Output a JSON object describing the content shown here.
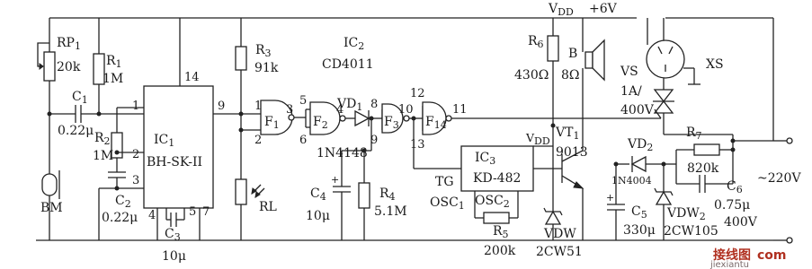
{
  "power": {
    "vdd": "V",
    "vdd_sub": "DD",
    "supply": "+6V",
    "mains": "~220V"
  },
  "ic1": {
    "ref": "IC",
    "ref_sub": "1",
    "part": "BH-SK-II",
    "pins": [
      "1",
      "2",
      "3",
      "4",
      "5",
      "7",
      "9",
      "14"
    ]
  },
  "ic2": {
    "ref": "IC",
    "ref_sub": "2",
    "part": "CD4011",
    "gates": [
      {
        "ref": "F",
        "sub": "1"
      },
      {
        "ref": "F",
        "sub": "2"
      },
      {
        "ref": "F",
        "sub": "3"
      },
      {
        "ref": "F",
        "sub": "14"
      }
    ],
    "pins": [
      "1",
      "2",
      "3",
      "5",
      "6",
      "4",
      "8",
      "9",
      "10",
      "12",
      "13",
      "11"
    ]
  },
  "ic3": {
    "ref": "IC",
    "ref_sub": "3",
    "part": "KD-482",
    "vdd_pin": "V",
    "vdd_pin_sub": "DD",
    "tg": "TG",
    "osc1": "OSC",
    "osc1_sub": "1",
    "osc2": "OSC",
    "osc2_sub": "2"
  },
  "parts": {
    "rp1": {
      "ref": "RP",
      "sub": "1",
      "value": "20k"
    },
    "r1": {
      "ref": "R",
      "sub": "1",
      "value": "1M"
    },
    "r2": {
      "ref": "R",
      "sub": "2",
      "value": "1M"
    },
    "c1": {
      "ref": "C",
      "sub": "1",
      "value": "0.22μ"
    },
    "c2": {
      "ref": "C",
      "sub": "2",
      "value": "0.22μ"
    },
    "c3": {
      "ref": "C",
      "sub": "3",
      "value": "10μ"
    },
    "r3": {
      "ref": "R",
      "sub": "3",
      "value": "91k"
    },
    "vd1": {
      "ref": "VD",
      "sub": "1",
      "value": "1N4148"
    },
    "c4": {
      "ref": "C",
      "sub": "4",
      "value": "10μ"
    },
    "r4": {
      "ref": "R",
      "sub": "4",
      "value": "5.1M"
    },
    "rl": {
      "ref": "RL"
    },
    "bm": {
      "ref": "BM"
    },
    "r5": {
      "ref": "R",
      "sub": "5",
      "value": "200k"
    },
    "r6": {
      "ref": "R",
      "sub": "6",
      "value": "430Ω"
    },
    "b": {
      "ref": "B",
      "value": "8Ω"
    },
    "vt1": {
      "ref": "VT",
      "sub": "1",
      "value": "9013"
    },
    "vdw": {
      "ref": "VDW",
      "value": "2CW51"
    },
    "vs": {
      "ref": "VS",
      "value1": "1A/",
      "value2": "400V"
    },
    "xs": {
      "ref": "XS"
    },
    "vd2": {
      "ref": "VD",
      "sub": "2",
      "value": "1N4004"
    },
    "r7": {
      "ref": "R",
      "sub": "7",
      "value": "820k"
    },
    "c5": {
      "ref": "C",
      "sub": "5",
      "value": "330μ"
    },
    "vdw2": {
      "ref": "VDW",
      "sub": "2",
      "value": "2CW105"
    },
    "c6": {
      "ref": "C",
      "sub": "6",
      "value1": "0.75μ",
      "value2": "400V"
    }
  },
  "watermark": {
    "site": "jiexiantu",
    "logo": "接线图",
    "logo2": "com"
  }
}
